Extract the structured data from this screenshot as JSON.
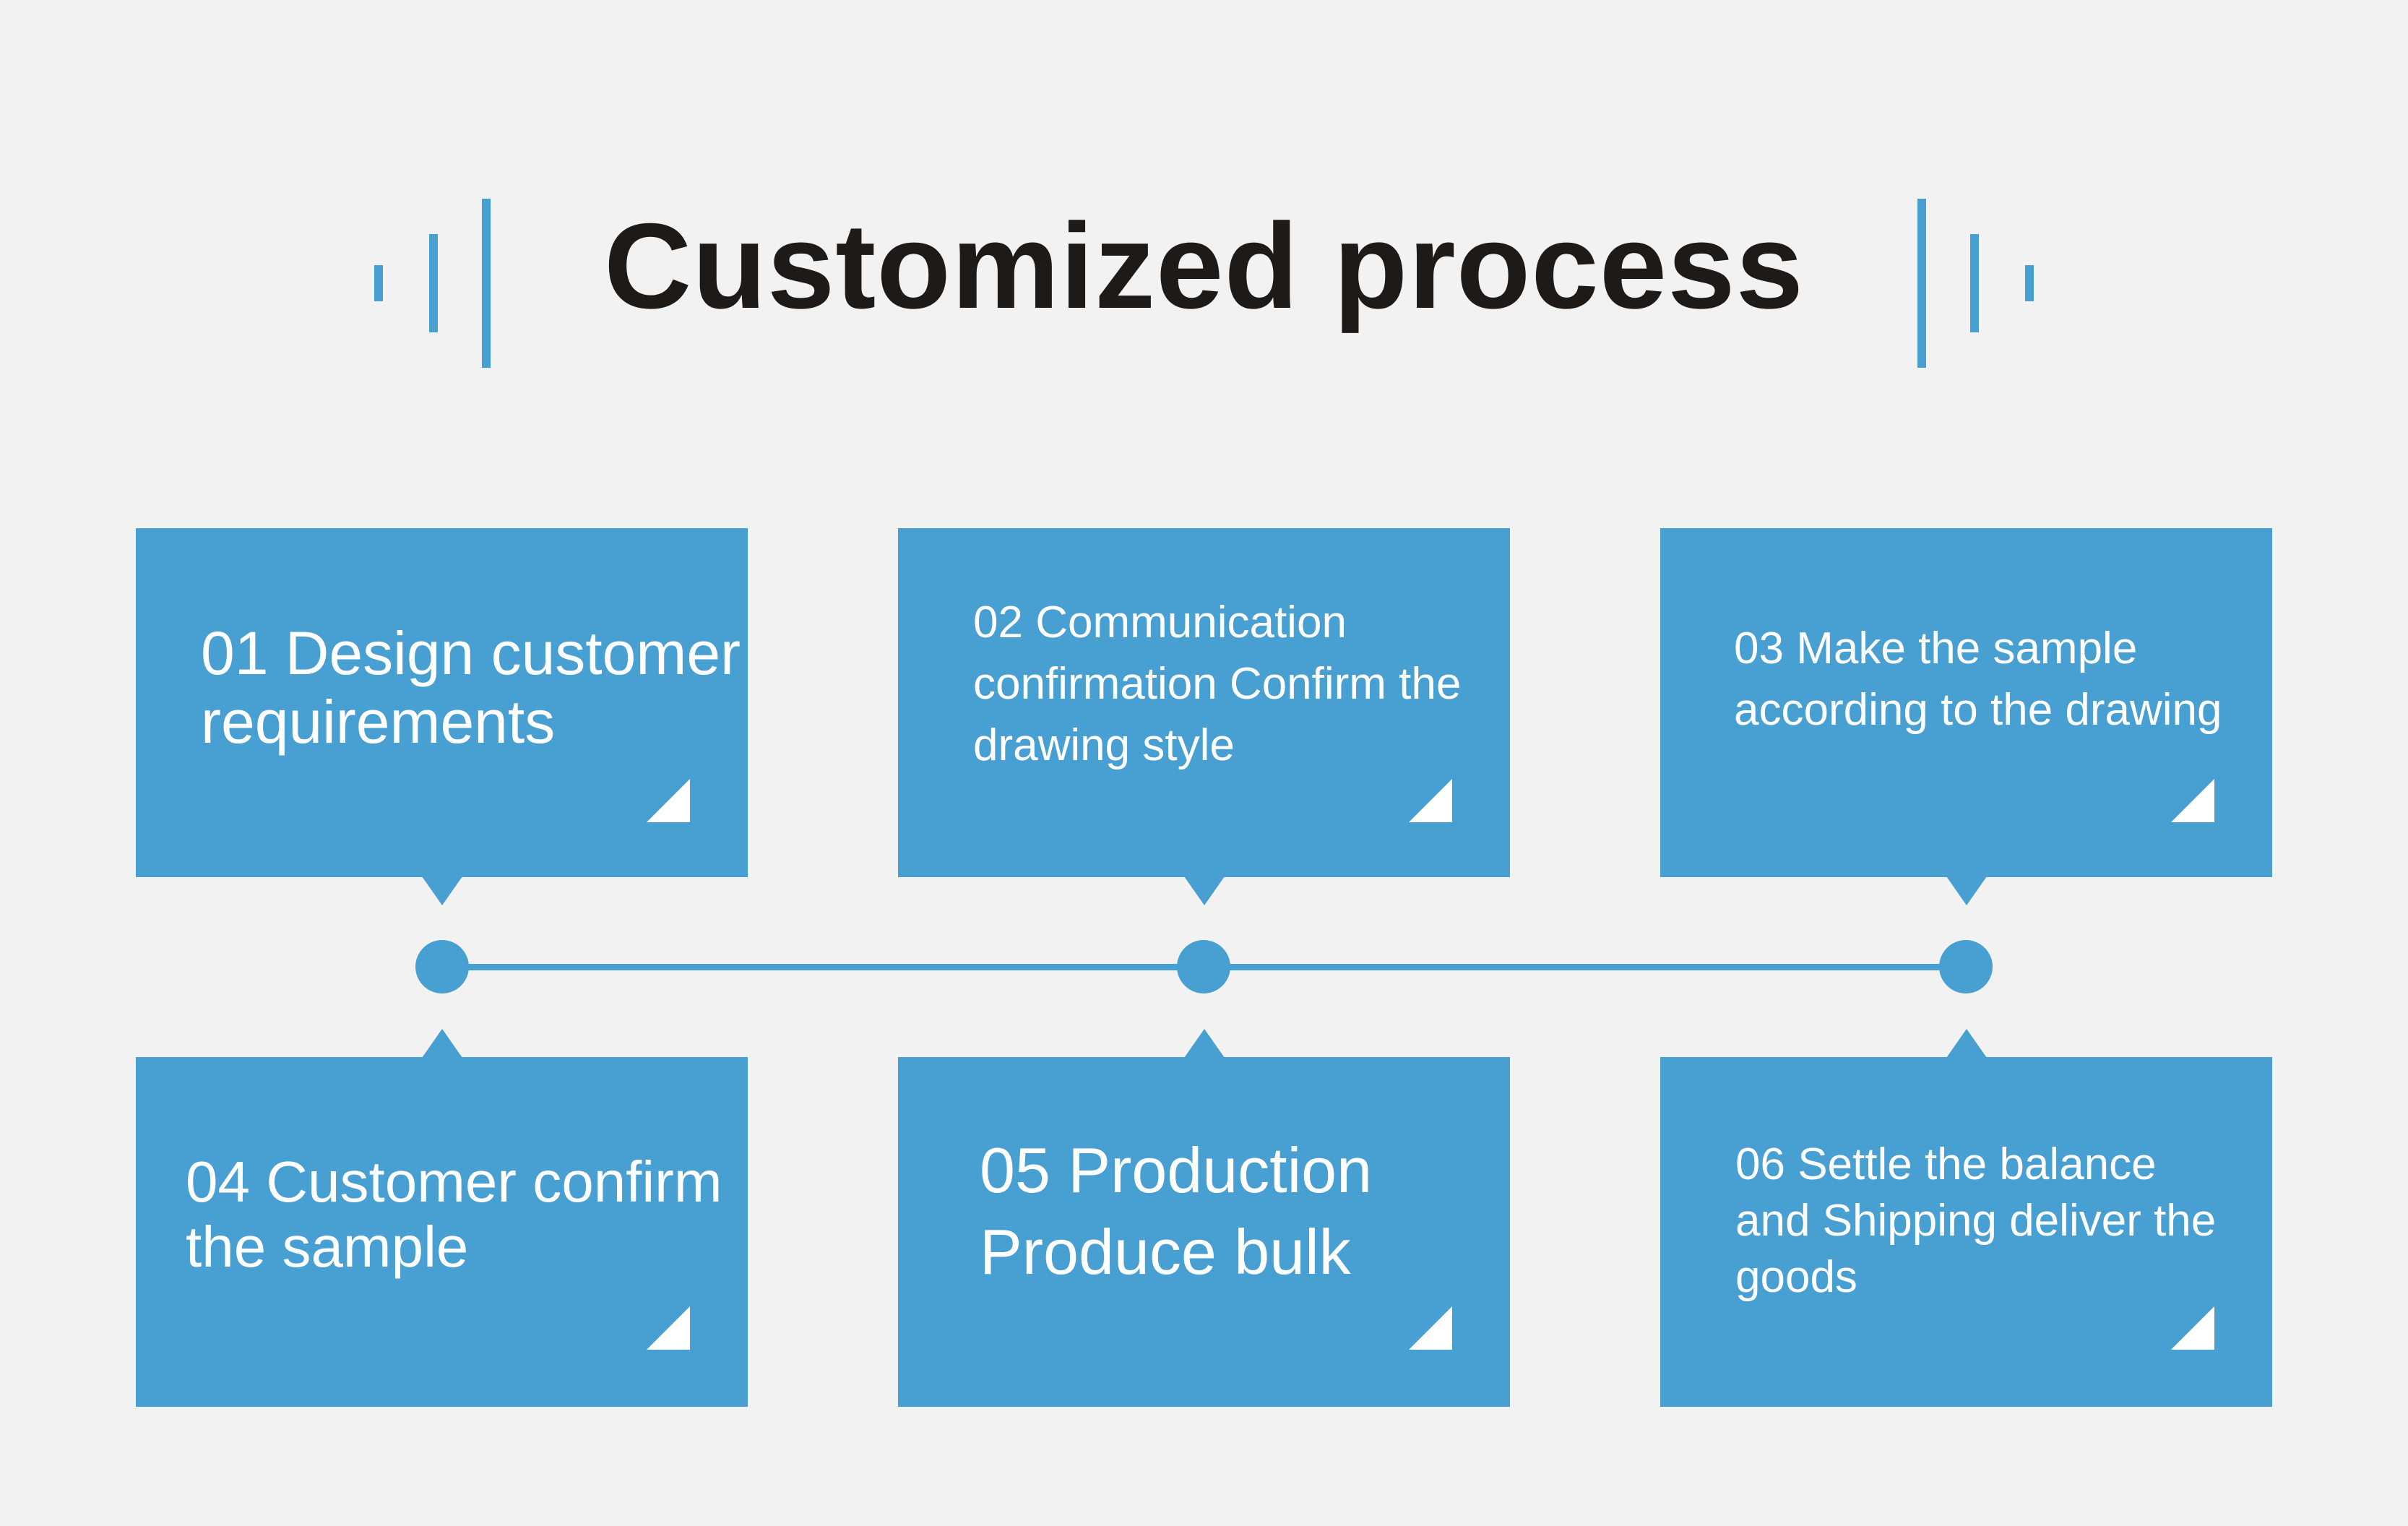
{
  "title": "Customized process",
  "colors": {
    "accent": "#479fd2",
    "background": "#f2f2f2",
    "title": "#1e1a18",
    "box_text": "#ffffff"
  },
  "steps": [
    {
      "number": "01",
      "lines": [
        "01 Design customer",
        "requirements"
      ]
    },
    {
      "number": "02",
      "lines": [
        "02 Communication",
        "confirmation Confirm the",
        "drawing style"
      ]
    },
    {
      "number": "03",
      "lines": [
        "03  Make the sample",
        "according to the drawing"
      ]
    },
    {
      "number": "04",
      "lines": [
        "04 Customer confirm",
        "the sample"
      ]
    },
    {
      "number": "05",
      "lines": [
        "05 Production",
        "Produce bulk"
      ]
    },
    {
      "number": "06",
      "lines": [
        "06  Settle the balance",
        "and Shipping deliver the",
        "goods"
      ]
    }
  ]
}
